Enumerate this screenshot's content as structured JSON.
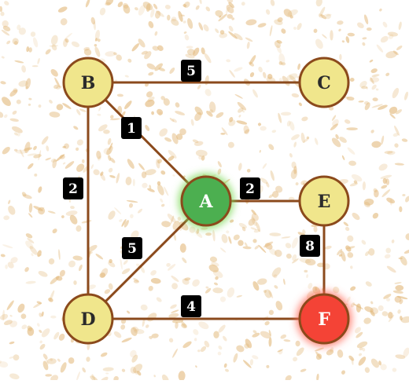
{
  "graph": {
    "colors": {
      "edge": "#8b4a1c",
      "node_fill": "#f0e68c",
      "node_stroke": "#8b4a1c",
      "node_text": "#2b2b2b",
      "start_fill": "#4caf50",
      "start_glow": "#7ed957",
      "target_fill": "#f44336",
      "target_glow": "#ff6b5b",
      "highlight_text": "#ffffff",
      "weight_box": "#000000",
      "weight_text": "#ffffff",
      "background_speckle": "#e2b87a"
    },
    "nodes": [
      {
        "id": "A",
        "label": "A",
        "role": "start"
      },
      {
        "id": "B",
        "label": "B",
        "role": "normal"
      },
      {
        "id": "C",
        "label": "C",
        "role": "normal"
      },
      {
        "id": "D",
        "label": "D",
        "role": "normal"
      },
      {
        "id": "E",
        "label": "E",
        "role": "normal"
      },
      {
        "id": "F",
        "label": "F",
        "role": "target"
      }
    ],
    "edges": [
      {
        "from": "B",
        "to": "C",
        "weight": "5"
      },
      {
        "from": "B",
        "to": "A",
        "weight": "1"
      },
      {
        "from": "B",
        "to": "D",
        "weight": "2"
      },
      {
        "from": "A",
        "to": "E",
        "weight": "2"
      },
      {
        "from": "A",
        "to": "D",
        "weight": "5"
      },
      {
        "from": "E",
        "to": "F",
        "weight": "8"
      },
      {
        "from": "D",
        "to": "F",
        "weight": "4"
      }
    ]
  }
}
